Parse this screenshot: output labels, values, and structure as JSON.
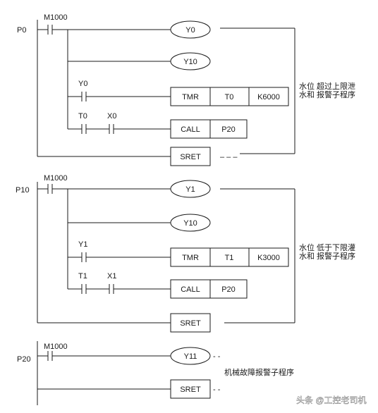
{
  "rungs": {
    "p0": {
      "pointer": "P0",
      "contact": "M1000",
      "coil1": "Y0",
      "coil2": "Y10",
      "contact_y": "Y0",
      "tmr": [
        "TMR",
        "T0",
        "K6000"
      ],
      "contact_t": "T0",
      "contact_x": "X0",
      "call": [
        "CALL",
        "P20"
      ],
      "sret": "SRET",
      "dash": "– – –",
      "note_line1": "水位  超过上限泄",
      "note_line2": "水和  报警子程序"
    },
    "p10": {
      "pointer": "P10",
      "contact": "M1000",
      "coil1": "Y1",
      "coil2": "Y10",
      "contact_y": "Y1",
      "tmr": [
        "TMR",
        "T1",
        "K3000"
      ],
      "contact_t": "T1",
      "contact_x": "X1",
      "call": [
        "CALL",
        "P20"
      ],
      "sret": "SRET",
      "note_line1": "水位  低于下限灌",
      "note_line2": "水和  报警子程序"
    },
    "p20": {
      "pointer": "P20",
      "contact": "M1000",
      "coil": "Y11",
      "coil_dash": "- -",
      "note": "机械故障报警子程序",
      "sret": "SRET",
      "sret_dash": "- -"
    }
  },
  "watermark": "头条 @工控老司机"
}
